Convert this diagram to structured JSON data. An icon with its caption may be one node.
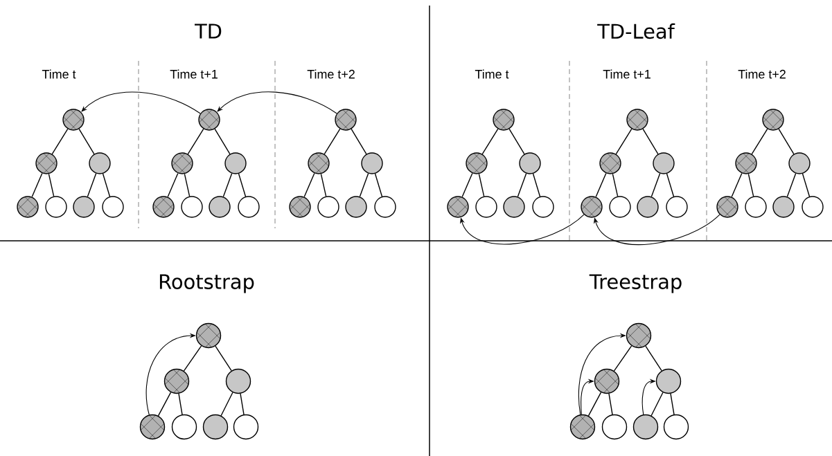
{
  "diagram": {
    "nodes": [
      {
        "text": [],
        "shape": "circle"
      },
      {
        "text": [],
        "shape": "circle"
      },
      {
        "text": [],
        "shape": "circle"
      },
      {
        "text": [],
        "shape": "circle"
      },
      {
        "text": [],
        "shape": "circle"
      },
      {
        "text": [],
        "shape": "circle"
      },
      {
        "text": [],
        "shape": "circle"
      },
      {
        "text": [],
        "shape": "circle"
      },
      {
        "text": [],
        "shape": "circle"
      },
      {
        "text": [],
        "shape": "circle"
      },
      {
        "text": [],
        "shape": "circle"
      },
      {
        "text": [],
        "shape": "circle"
      },
      {
        "text": [],
        "shape": "circle"
      },
      {
        "text": [],
        "shape": "circle"
      },
      {
        "text": [],
        "shape": "circle"
      },
      {
        "text": [],
        "shape": "circle"
      },
      {
        "text": [],
        "shape": "circle"
      },
      {
        "text": [],
        "shape": "circle"
      },
      {
        "text": [],
        "shape": "circle"
      },
      {
        "text": [],
        "shape": "circle"
      },
      {
        "text": [],
        "shape": "circle"
      },
      {
        "text": [],
        "shape": "circle"
      },
      {
        "text": [],
        "shape": "circle"
      },
      {
        "text": [],
        "shape": "circle"
      },
      {
        "text": [],
        "shape": "circle"
      },
      {
        "text": [],
        "shape": "circle"
      },
      {
        "text": [],
        "shape": "circle"
      },
      {
        "text": [],
        "shape": "circle"
      },
      {
        "text": [],
        "shape": "circle"
      },
      {
        "text": [],
        "shape": "circle"
      },
      {
        "text": [],
        "shape": "circle"
      },
      {
        "text": [],
        "shape": "circle"
      },
      {
        "text": [],
        "shape": "circle"
      },
      {
        "text": [],
        "shape": "circle"
      },
      {
        "text": [],
        "shape": "circle"
      },
      {
        "text": [],
        "shape": "circle"
      },
      {
        "text": [],
        "shape": "circle"
      },
      {
        "text": [],
        "shape": "circle"
      },
      {
        "text": [],
        "shape": "circle"
      },
      {
        "text": [],
        "shape": "circle"
      },
      {
        "text": [],
        "shape": "circle"
      },
      {
        "text": [],
        "shape": "circle"
      },
      {
        "text": [],
        "shape": "circle"
      },
      {
        "text": [],
        "shape": "circle"
      },
      {
        "text": [],
        "shape": "circle"
      },
      {
        "text": [],
        "shape": "circle"
      },
      {
        "text": [],
        "shape": "circle"
      },
      {
        "text": [],
        "shape": "circle"
      },
      {
        "text": [],
        "shape": "circle"
      },
      {
        "text": [],
        "shape": "circle"
      },
      {
        "text": [],
        "shape": "circle"
      },
      {
        "text": [],
        "shape": "circle"
      },
      {
        "text": [],
        "shape": "circle"
      },
      {
        "text": [],
        "shape": "circle"
      },
      {
        "text": [],
        "shape": "circle"
      },
      {
        "text": [],
        "shape": "circle"
      }
    ],
    "edges": [
      {
        "from": 0,
        "to": 1,
        "arrow": "none"
      },
      {
        "from": 0,
        "to": 2,
        "arrow": "none"
      },
      {
        "from": 1,
        "to": 3,
        "arrow": "none"
      },
      {
        "from": 1,
        "to": 4,
        "arrow": "none"
      },
      {
        "from": 2,
        "to": 5,
        "arrow": "none"
      },
      {
        "from": 2,
        "to": 6,
        "arrow": "none"
      },
      {
        "from": 7,
        "to": 8,
        "arrow": "none"
      },
      {
        "from": 7,
        "to": 9,
        "arrow": "none"
      },
      {
        "from": 8,
        "to": 10,
        "arrow": "none"
      },
      {
        "from": 8,
        "to": 11,
        "arrow": "none"
      },
      {
        "from": 9,
        "to": 12,
        "arrow": "none"
      },
      {
        "from": 9,
        "to": 13,
        "arrow": "none"
      },
      {
        "from": 14,
        "to": 15,
        "arrow": "none"
      },
      {
        "from": 14,
        "to": 16,
        "arrow": "none"
      },
      {
        "from": 15,
        "to": 17,
        "arrow": "none"
      },
      {
        "from": 15,
        "to": 18,
        "arrow": "none"
      },
      {
        "from": 16,
        "to": 19,
        "arrow": "none"
      },
      {
        "from": 16,
        "to": 20,
        "arrow": "none"
      },
      {
        "from": 21,
        "to": 22,
        "arrow": "none"
      },
      {
        "from": 21,
        "to": 23,
        "arrow": "none"
      },
      {
        "from": 22,
        "to": 24,
        "arrow": "none"
      },
      {
        "from": 22,
        "to": 25,
        "arrow": "none"
      },
      {
        "from": 23,
        "to": 26,
        "arrow": "none"
      },
      {
        "from": 23,
        "to": 27,
        "arrow": "none"
      },
      {
        "from": 28,
        "to": 29,
        "arrow": "none"
      },
      {
        "from": 28,
        "to": 30,
        "arrow": "none"
      },
      {
        "from": 29,
        "to": 31,
        "arrow": "none"
      },
      {
        "from": 29,
        "to": 32,
        "arrow": "none"
      },
      {
        "from": 30,
        "to": 33,
        "arrow": "none"
      },
      {
        "from": 30,
        "to": 34,
        "arrow": "none"
      },
      {
        "from": 35,
        "to": 36,
        "arrow": "none"
      },
      {
        "from": 35,
        "to": 37,
        "arrow": "none"
      },
      {
        "from": 36,
        "to": 38,
        "arrow": "none"
      },
      {
        "from": 36,
        "to": 39,
        "arrow": "none"
      },
      {
        "from": 37,
        "to": 40,
        "arrow": "none"
      },
      {
        "from": 37,
        "to": 41,
        "arrow": "none"
      },
      {
        "from": 42,
        "to": 43,
        "arrow": "none"
      },
      {
        "from": 42,
        "to": 44,
        "arrow": "none"
      },
      {
        "from": 43,
        "to": 45,
        "arrow": "none"
      },
      {
        "from": 43,
        "to": 46,
        "arrow": "none"
      },
      {
        "from": 44,
        "to": 47,
        "arrow": "none"
      },
      {
        "from": 44,
        "to": 48,
        "arrow": "none"
      },
      {
        "from": 49,
        "to": 50,
        "arrow": "none"
      },
      {
        "from": 49,
        "to": 51,
        "arrow": "none"
      },
      {
        "from": 50,
        "to": 52,
        "arrow": "none"
      },
      {
        "from": 50,
        "to": 53,
        "arrow": "none"
      },
      {
        "from": 51,
        "to": 54,
        "arrow": "none"
      },
      {
        "from": 51,
        "to": 55,
        "arrow": "none"
      },
      {
        "from": 7,
        "to": 0,
        "arrow": "to"
      },
      {
        "from": 14,
        "to": 7,
        "arrow": "to"
      },
      {
        "from": 31,
        "to": 24,
        "arrow": "to"
      },
      {
        "from": 38,
        "to": 31,
        "arrow": "to"
      },
      {
        "from": 45,
        "to": 42,
        "arrow": "to"
      },
      {
        "from": 52,
        "to": 49,
        "arrow": "to"
      },
      {
        "from": 52,
        "to": 50,
        "arrow": "to"
      },
      {
        "from": 54,
        "to": 51,
        "arrow": "to"
      }
    ],
    "labels": [
      "TD",
      "TD-Leaf",
      "Time t",
      "Time t+1",
      "Time t+2",
      "Time t",
      "Time t+1",
      "Time t+2",
      "Rootstrap",
      "Treestrap"
    ]
  }
}
